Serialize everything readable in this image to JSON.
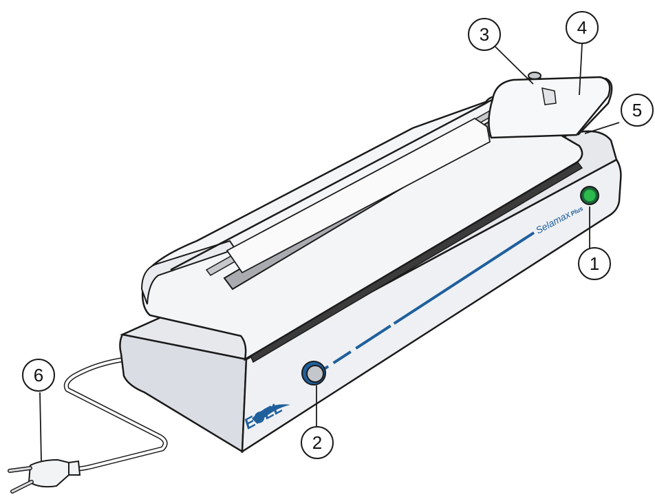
{
  "product": {
    "model_name": "Selamax",
    "model_suffix": "Plus",
    "brand": "ECEL",
    "brand_color": "#1f5f9c"
  },
  "colors": {
    "body": "#eceef2",
    "body_shadow": "#d7dae1",
    "outline": "#1a1a1a",
    "seal_bar": "#3b3b3b",
    "rod": "#a9abb0",
    "power_button": "#2dbb4e"
  },
  "callouts": [
    {
      "id": "1",
      "label": "1"
    },
    {
      "id": "2",
      "label": "2"
    },
    {
      "id": "3",
      "label": "3"
    },
    {
      "id": "4",
      "label": "4"
    },
    {
      "id": "5",
      "label": "5"
    },
    {
      "id": "6",
      "label": "6"
    }
  ]
}
